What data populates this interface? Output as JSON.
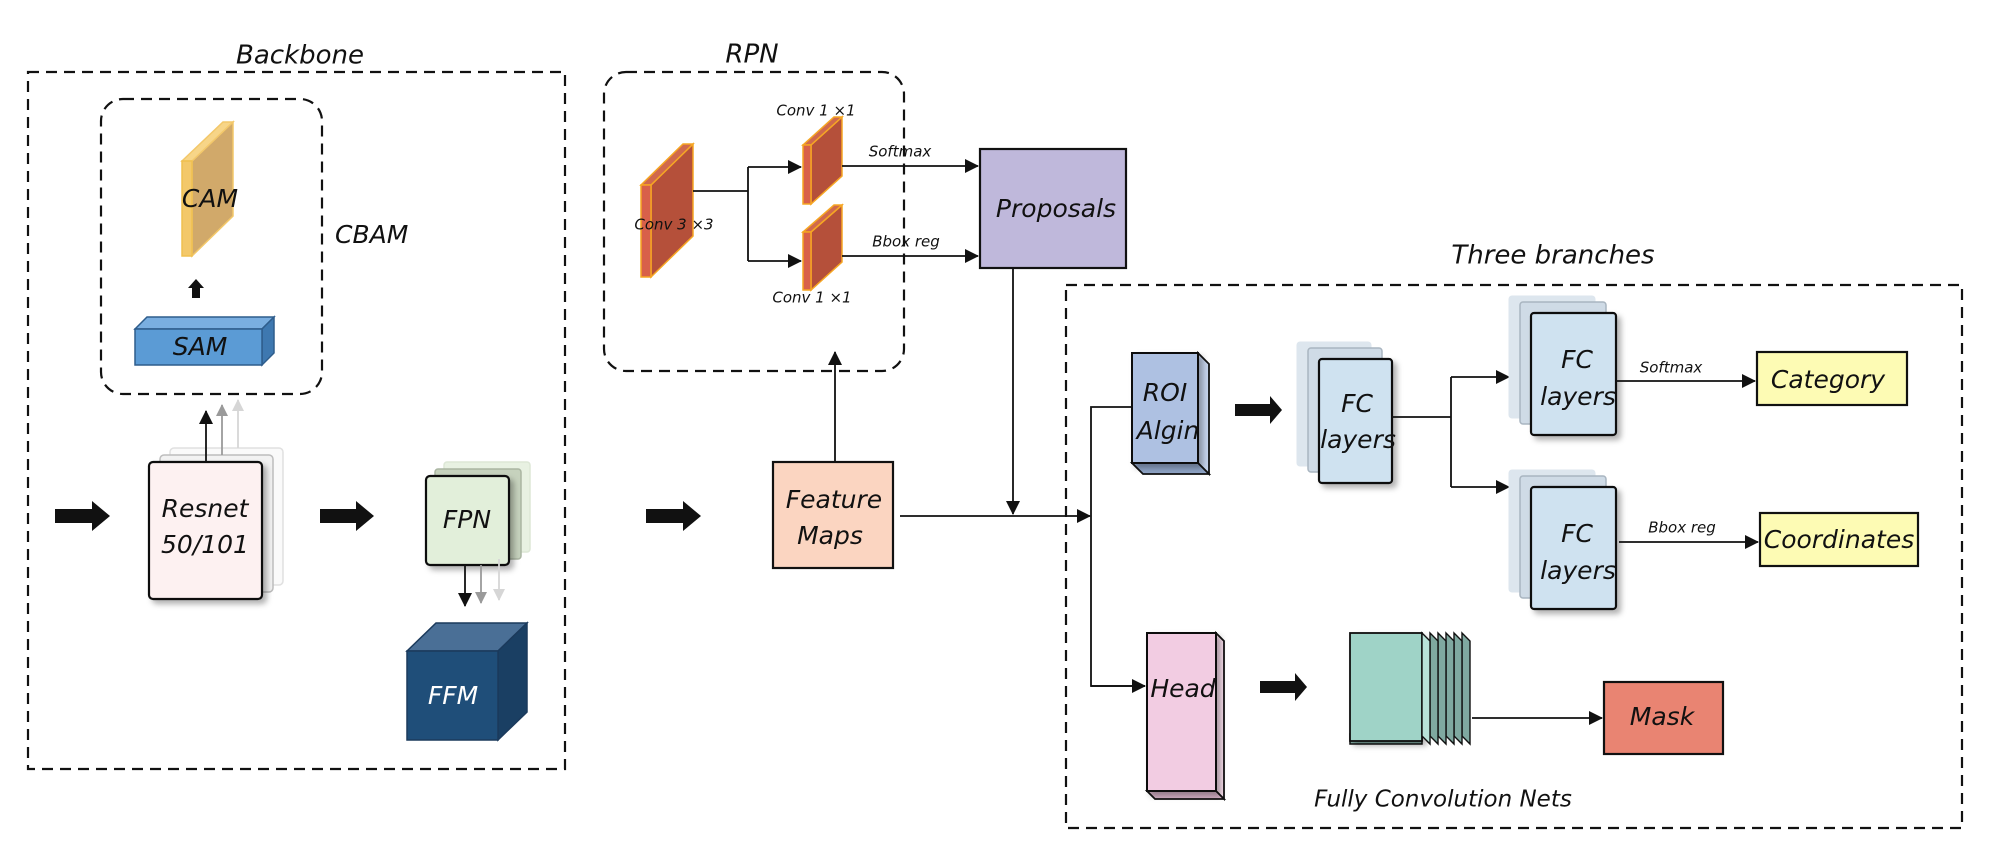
{
  "diagram": {
    "backbone": {
      "title": "Backbone",
      "cbam_label": "CBAM",
      "cam_label": "CAM",
      "sam_label": "SAM",
      "resnet_label_line1": "Resnet",
      "resnet_label_line2": "50/101",
      "fpn_label": "FPN",
      "ffm_label": "FFM"
    },
    "rpn": {
      "title": "RPN",
      "conv3_label": "Conv 3 ×3",
      "conv1_top_label": "Conv 1 ×1",
      "conv1_bottom_label": "Conv 1 ×1",
      "softmax_label": "Softmax",
      "bbox_label": "Bbox reg"
    },
    "proposals_label": "Proposals",
    "feature_maps_line1": "Feature",
    "feature_maps_line2": "Maps",
    "branches": {
      "title": "Three branches",
      "roi_line1": "ROI",
      "roi_line2": "Algin",
      "fc_mid_line1": "FC",
      "fc_mid_line2": "layers",
      "fc_top_line1": "FC",
      "fc_top_line2": "layers",
      "fc_bot_line1": "FC",
      "fc_bot_line2": "layers",
      "softmax_label": "Softmax",
      "bbox_label": "Bbox reg",
      "category_label": "Category",
      "coordinates_label": "Coordinates",
      "head_label": "Head",
      "fcn_label": "Fully Convolution Nets",
      "mask_label": "Mask"
    },
    "colors": {
      "cam": "#f3c86a",
      "sam": "#5b9bd5",
      "resnet": "#fdf1f1",
      "fpn": "#e2efda",
      "ffm": "#1f4e79",
      "conv": "#b5503a",
      "conv_edge": "#f6a623",
      "proposals": "#bfb8db",
      "feature_maps": "#fbd5c1",
      "roi": "#aec1e2",
      "fc": "#cfe2f0",
      "category": "#fdfbb4",
      "head": "#f2cce2",
      "fcn": "#9fd3c7",
      "mask": "#e98472"
    }
  }
}
